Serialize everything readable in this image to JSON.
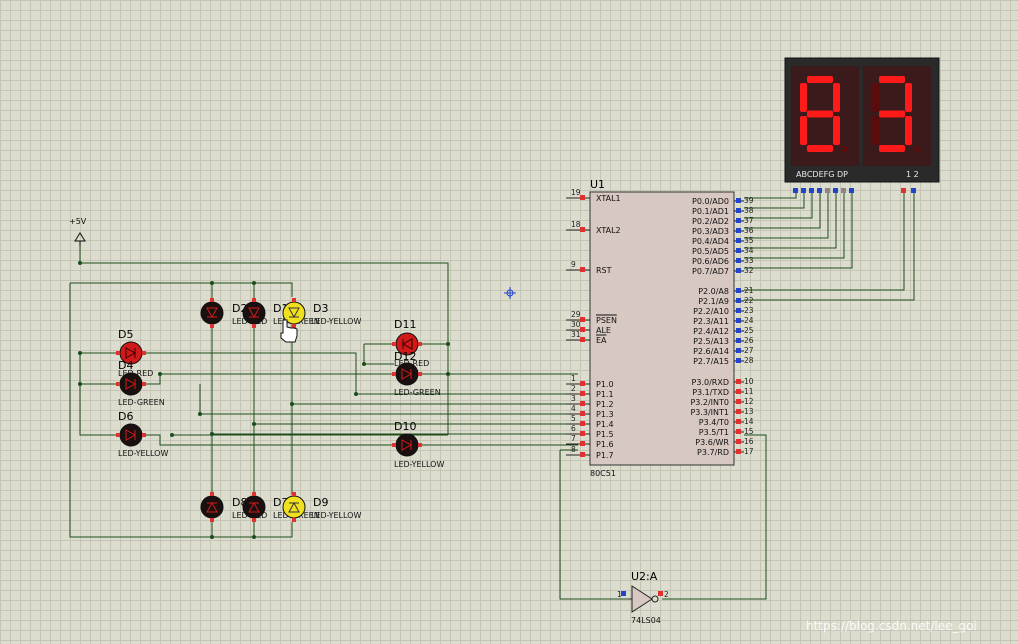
{
  "power": {
    "label": "+5V"
  },
  "leds": [
    {
      "ref": "D5",
      "value": "LED-RED",
      "color": "red",
      "lit": true
    },
    {
      "ref": "D4",
      "value": "LED-GREEN",
      "color": "dark",
      "lit": false
    },
    {
      "ref": "D6",
      "value": "LED-YELLOW",
      "color": "dark",
      "lit": false
    },
    {
      "ref": "D2",
      "value": "LED-RED",
      "color": "dark",
      "lit": false
    },
    {
      "ref": "D1",
      "value": "LED-GREEN",
      "color": "dark",
      "lit": false
    },
    {
      "ref": "D3",
      "value": "LED-YELLOW",
      "color": "yellow",
      "lit": true
    },
    {
      "ref": "D11",
      "value": "LED-RED",
      "color": "red",
      "lit": true
    },
    {
      "ref": "D12",
      "value": "LED-GREEN",
      "color": "dark",
      "lit": false
    },
    {
      "ref": "D10",
      "value": "LED-YELLOW",
      "color": "dark",
      "lit": false
    },
    {
      "ref": "D8",
      "value": "LED-RED",
      "color": "dark",
      "lit": false
    },
    {
      "ref": "D7",
      "value": "LED-GREEN",
      "color": "dark",
      "lit": false
    },
    {
      "ref": "D9",
      "value": "LED-YELLOW",
      "color": "yellow",
      "lit": true
    }
  ],
  "mcu": {
    "ref": "U1",
    "part": "80C51",
    "left_pins": [
      {
        "num": "19",
        "name": "XTAL1"
      },
      {
        "num": "18",
        "name": "XTAL2"
      },
      {
        "num": "9",
        "name": "RST"
      },
      {
        "num": "29",
        "name": "PSEN"
      },
      {
        "num": "30",
        "name": "ALE"
      },
      {
        "num": "31",
        "name": "EA"
      },
      {
        "num": "1",
        "name": "P1.0"
      },
      {
        "num": "2",
        "name": "P1.1"
      },
      {
        "num": "3",
        "name": "P1.2"
      },
      {
        "num": "4",
        "name": "P1.3"
      },
      {
        "num": "5",
        "name": "P1.4"
      },
      {
        "num": "6",
        "name": "P1.5"
      },
      {
        "num": "7",
        "name": "P1.6"
      },
      {
        "num": "8",
        "name": "P1.7"
      }
    ],
    "right_pins": [
      {
        "num": "39",
        "name": "P0.0/AD0"
      },
      {
        "num": "38",
        "name": "P0.1/AD1"
      },
      {
        "num": "37",
        "name": "P0.2/AD2"
      },
      {
        "num": "36",
        "name": "P0.3/AD3"
      },
      {
        "num": "35",
        "name": "P0.4/AD4"
      },
      {
        "num": "34",
        "name": "P0.5/AD5"
      },
      {
        "num": "33",
        "name": "P0.6/AD6"
      },
      {
        "num": "32",
        "name": "P0.7/AD7"
      },
      {
        "num": "21",
        "name": "P2.0/A8"
      },
      {
        "num": "22",
        "name": "P2.1/A9"
      },
      {
        "num": "23",
        "name": "P2.2/A10"
      },
      {
        "num": "24",
        "name": "P2.3/A11"
      },
      {
        "num": "25",
        "name": "P2.4/A12"
      },
      {
        "num": "26",
        "name": "P2.5/A13"
      },
      {
        "num": "27",
        "name": "P2.6/A14"
      },
      {
        "num": "28",
        "name": "P2.7/A15"
      },
      {
        "num": "10",
        "name": "P3.0/RXD"
      },
      {
        "num": "11",
        "name": "P3.1/TXD"
      },
      {
        "num": "12",
        "name": "P3.2/INT0"
      },
      {
        "num": "13",
        "name": "P3.3/INT1"
      },
      {
        "num": "14",
        "name": "P3.4/T0"
      },
      {
        "num": "15",
        "name": "P3.5/T1"
      },
      {
        "num": "16",
        "name": "P3.6/WR"
      },
      {
        "num": "17",
        "name": "P3.7/RD"
      }
    ]
  },
  "display": {
    "digits": [
      "8",
      "3"
    ],
    "segment_label": "ABCDEFG  DP",
    "common_label": "1 2",
    "on_color": "#ff1a1a",
    "off_color": "#5a0c0c"
  },
  "inverter": {
    "ref": "U2:A",
    "part": "74LS04",
    "pin_in": "1",
    "pin_out": "2"
  },
  "watermark": "https://blog.csdn.net/lee_goi"
}
